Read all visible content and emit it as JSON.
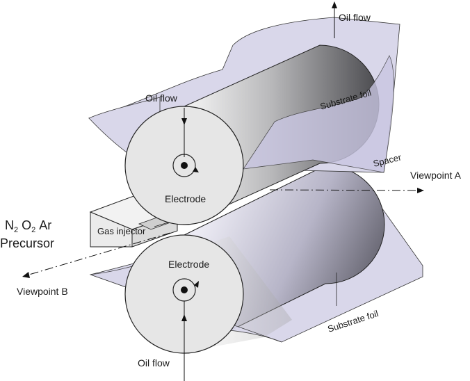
{
  "labels": {
    "oil_flow_top": "Oil flow",
    "oil_flow_left": "Oil flow",
    "oil_flow_bottom": "Oil flow",
    "substrate_foil_top": "Substrate foil",
    "substrate_foil_bottom": "Substrate foil",
    "spacer": "Spacer",
    "viewpoint_a": "Viewpoint A",
    "viewpoint_b": "Viewpoint  B",
    "electrode_top": "Electrode",
    "electrode_bottom": "Electrode",
    "gas_injector": "Gas  injector",
    "gases": {
      "n": "N",
      "n_sub": "2",
      "o": "O",
      "o_sub": "2",
      "ar": "Ar"
    },
    "precursor": "Precursor"
  },
  "colors": {
    "foil": "#d9d7ea",
    "electrode_face": "#e6e6e6",
    "cylinder_light": "#f4f4f4",
    "cylinder_dark": "#4a4a52",
    "outline": "#222222"
  }
}
